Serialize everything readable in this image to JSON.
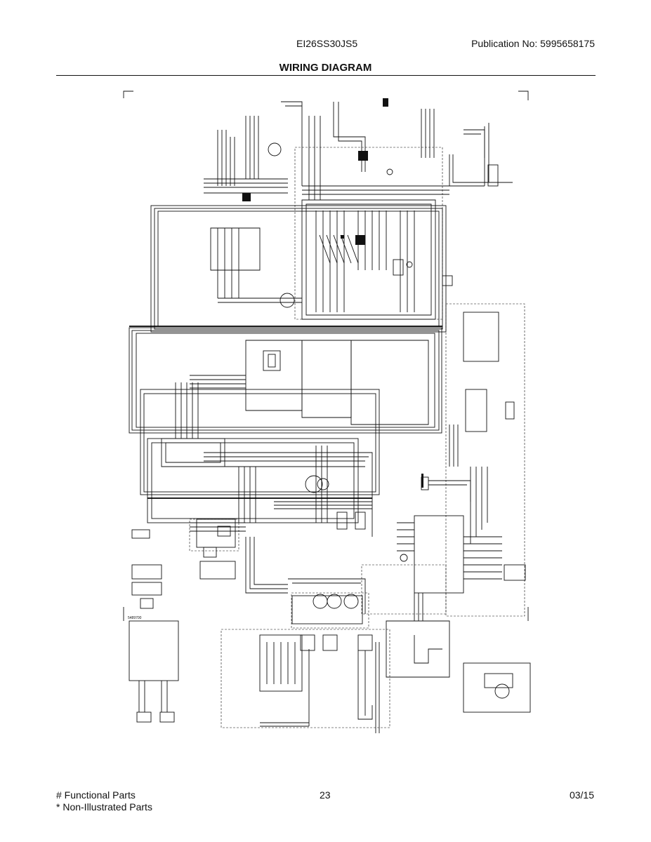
{
  "header": {
    "model": "EI26SS30JS5",
    "publication": "Publication No:  5995658175",
    "title": "WIRING DIAGRAM"
  },
  "footer": {
    "legend_functional": "# Functional Parts",
    "legend_non_illustrated": "* Non-Illustrated Parts",
    "page_number": "23",
    "date": "03/15"
  },
  "diagram_labels": {
    "bottom_left_code": "5489700"
  }
}
